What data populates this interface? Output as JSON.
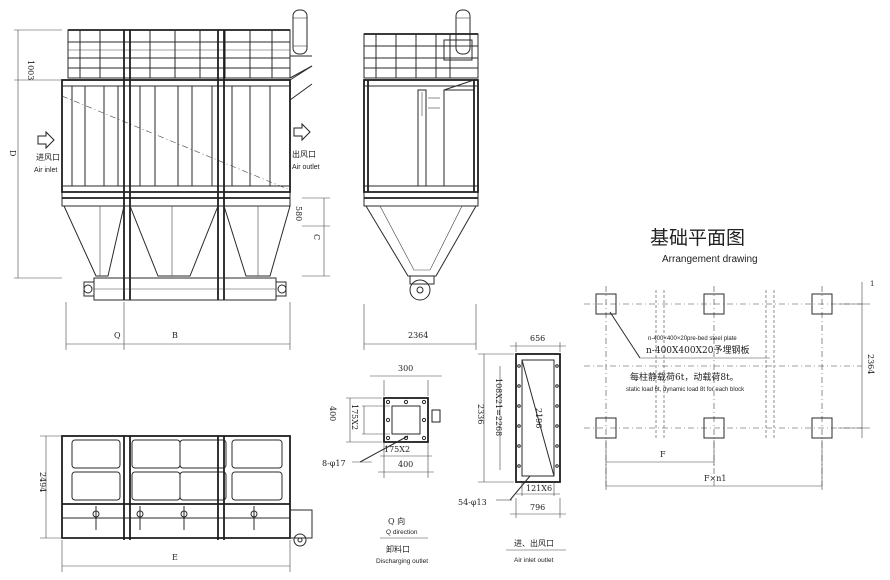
{
  "front_view": {
    "dim_top": "1003",
    "dim_height": "D",
    "dim_hopper_top": "580",
    "dim_hopper": "C",
    "dim_q": "Q",
    "dim_b": "B",
    "inlet_cn": "进风口",
    "inlet_en": "Air inlet",
    "outlet_cn": "出风口",
    "outlet_en": "Air outlet"
  },
  "side_view": {
    "dim_width": "2364"
  },
  "top_view": {
    "dim_depth": "2494",
    "dim_length": "E"
  },
  "discharge_outlet": {
    "dim_top": "300",
    "dim_left": "400",
    "dim_inner_v": "175X2",
    "dim_inner_h": "175X2",
    "dim_bottom": "400",
    "holes": "8-φ17",
    "view_label": "Q 向",
    "view_label_en": "Q direction",
    "name_cn": "卸料口",
    "name_en": "Discharging outlet"
  },
  "air_outlet": {
    "dim_top": "656",
    "dim_outer": "2336",
    "dim_pitch": "108X21=2268",
    "dim_inner": "2196",
    "dim_bottom_inner": "121X6",
    "dim_bottom": "796",
    "holes": "54-φ13",
    "name_cn": "进、出风口",
    "name_en": "Air inlet outlet"
  },
  "foundation": {
    "title_cn": "基础平面图",
    "title_en": "Arrangement drawing",
    "plate_en": "n-400×400×20pre-bed steel plate",
    "plate_cn": "n-400X400X20予埋钢板",
    "load_cn": "每柱静载荷6t，动载荷8t。",
    "load_en": "static load 6t, dynamic load 8t for each block",
    "dim_depth": "2364",
    "dim_f": "F",
    "dim_total": "F×n1",
    "dim_right_top": "1"
  }
}
